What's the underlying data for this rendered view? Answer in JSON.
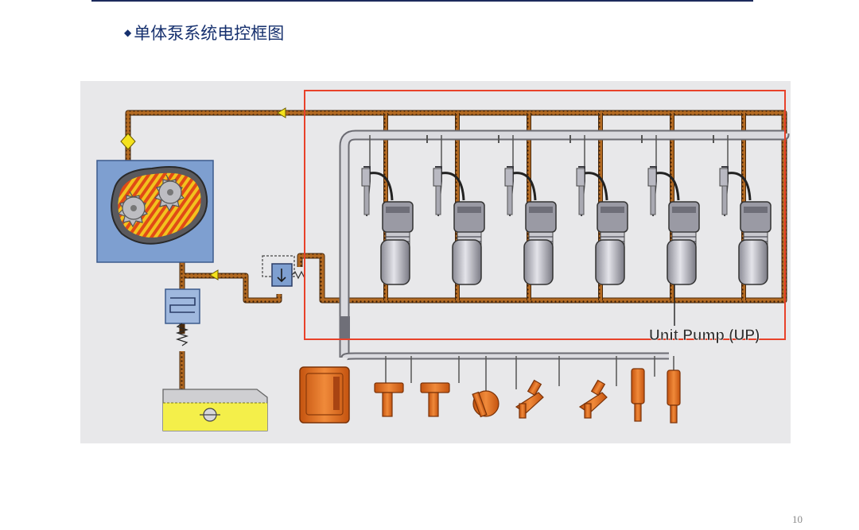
{
  "slide": {
    "bullet": "◆",
    "title": "单体泵系统电控框图",
    "page_number": "10"
  },
  "diagram": {
    "pump_label": "Unit Pump (UP)",
    "unit_pump_count": 6,
    "highlight_color": "#e8422a",
    "fuel_line_color": "#9c5a1c",
    "component_color": "#e0681e",
    "housing_color": "#6f8fbf"
  }
}
